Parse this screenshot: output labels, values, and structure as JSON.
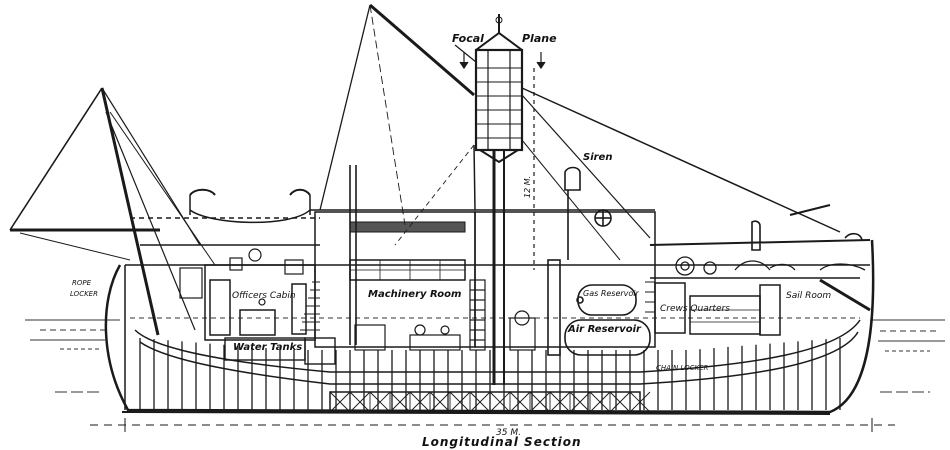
{
  "drawing": {
    "caption": "Longitudinal Section",
    "dimension": "35 M.",
    "labels": {
      "focal": "Focal",
      "plane": "Plane",
      "siren": "Siren",
      "rope_locker_1": "ROPE",
      "rope_locker_2": "LOCKER",
      "officers_cabin": "Officers Cabin",
      "machinery_room": "Machinery Room",
      "gas_reservoir": "Gas Reservoir",
      "air_reservoir": "Air Reservoir",
      "crews_quarters": "Crews Quarters",
      "sail_room": "Sail Room",
      "water_tanks": "Water Tanks",
      "chain_locker": "CHAIN LOCKER",
      "mast_height": "12 M."
    }
  },
  "colors": {
    "ink": "#1a1a1a",
    "paper": "#ffffff"
  }
}
